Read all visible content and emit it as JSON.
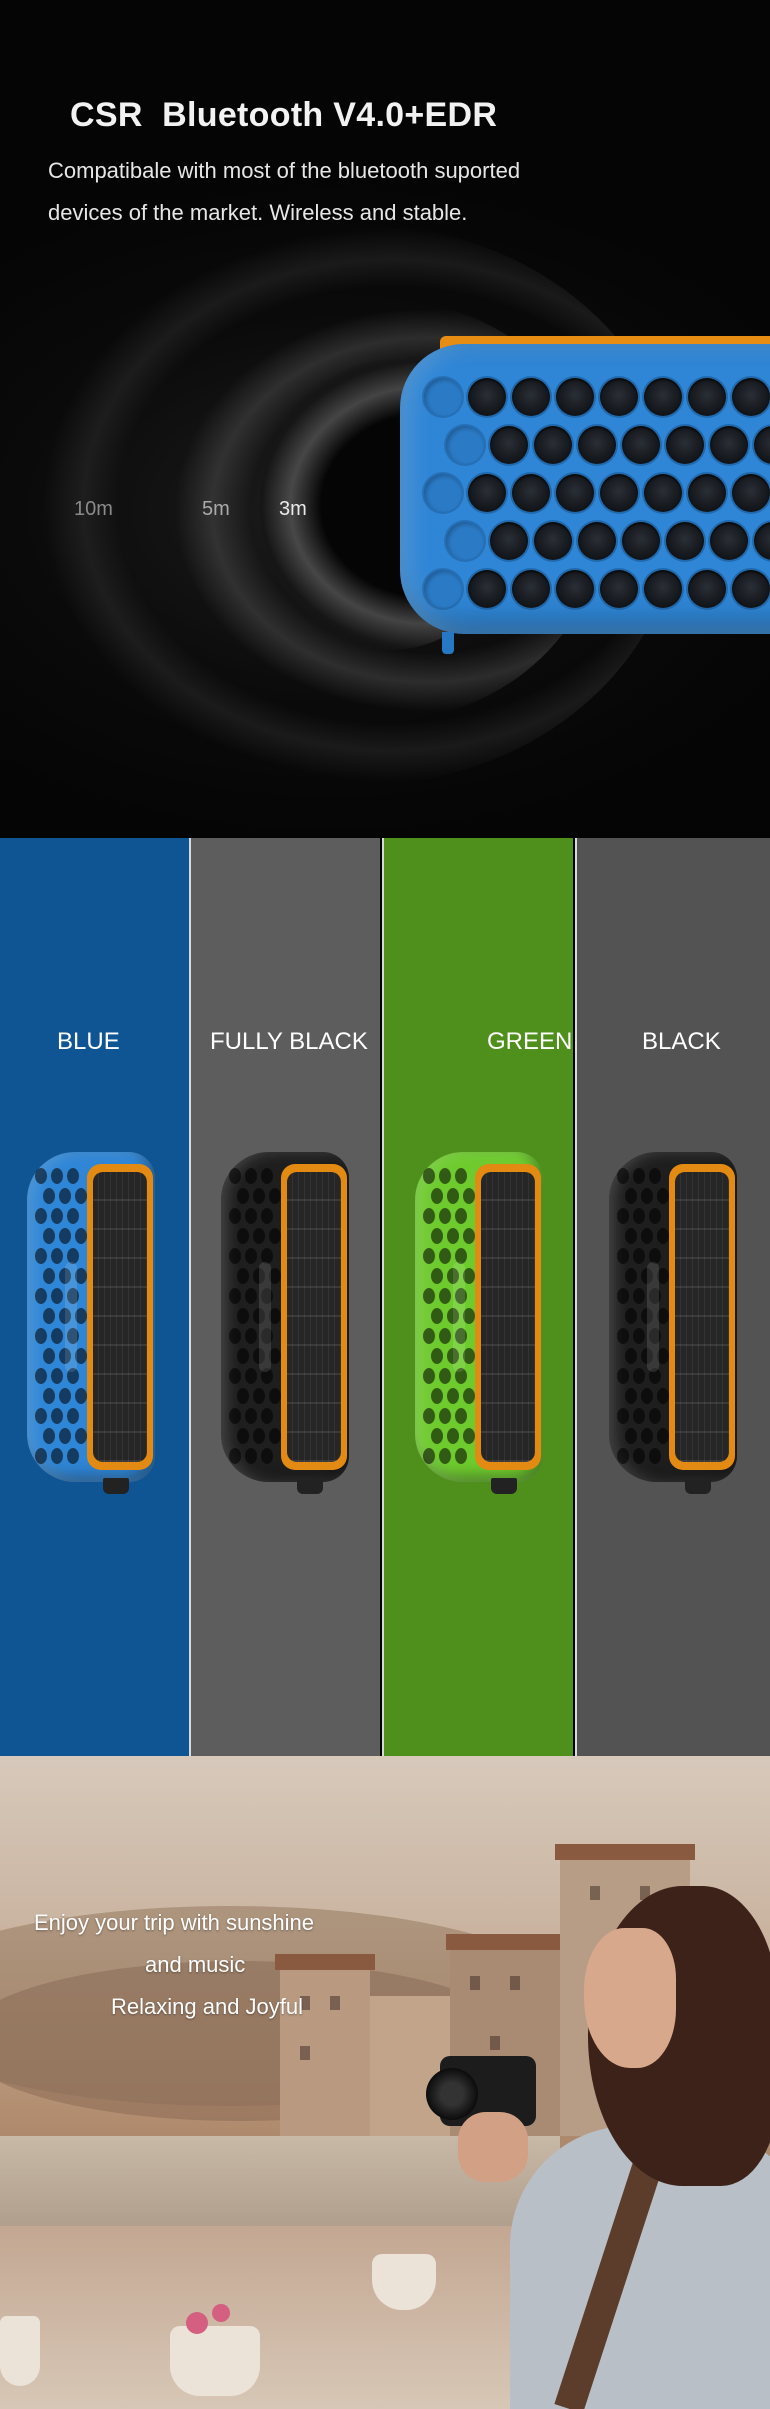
{
  "bluetooth": {
    "title": "CSR  Bluetooth V4.0+EDR",
    "desc_line1": "Compatibale with most of the bluetooth suported",
    "desc_line2": "devices of the market.  Wireless and stable.",
    "distances": [
      "10m",
      "5m",
      "3m"
    ]
  },
  "colors": {
    "options": [
      {
        "label": "BLUE",
        "panel_color": "#0f5594",
        "speaker_color": "#2f86d6"
      },
      {
        "label": "FULLY BLACK",
        "panel_color": "#5d5d5d",
        "speaker_color": "#1e1e1e"
      },
      {
        "label": "GREEN",
        "panel_color": "#4f8f1c",
        "speaker_color": "#6ecb2e"
      },
      {
        "label": "BLACK",
        "panel_color": "#535353",
        "speaker_color": "#1e1e1e"
      }
    ],
    "trim_color": "#e38a12"
  },
  "lifestyle": {
    "line1": "Enjoy your trip with sunshine",
    "line2": "and music",
    "line3": "Relaxing and Joyful"
  }
}
